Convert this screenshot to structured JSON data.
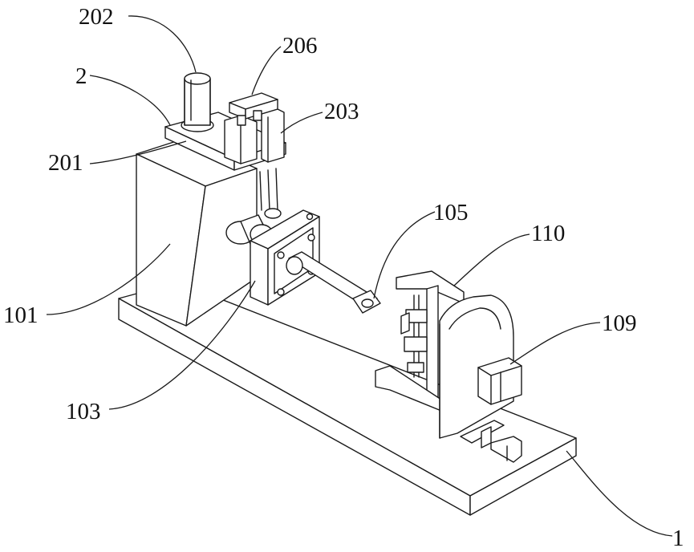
{
  "labels": {
    "l202": "202",
    "l206": "206",
    "l2": "2",
    "l203": "203",
    "l201": "201",
    "l105": "105",
    "l110": "110",
    "l109": "109",
    "l101": "101",
    "l103": "103",
    "l1": "1"
  },
  "colors": {
    "line": "#1a1a1a",
    "background": "#ffffff"
  }
}
